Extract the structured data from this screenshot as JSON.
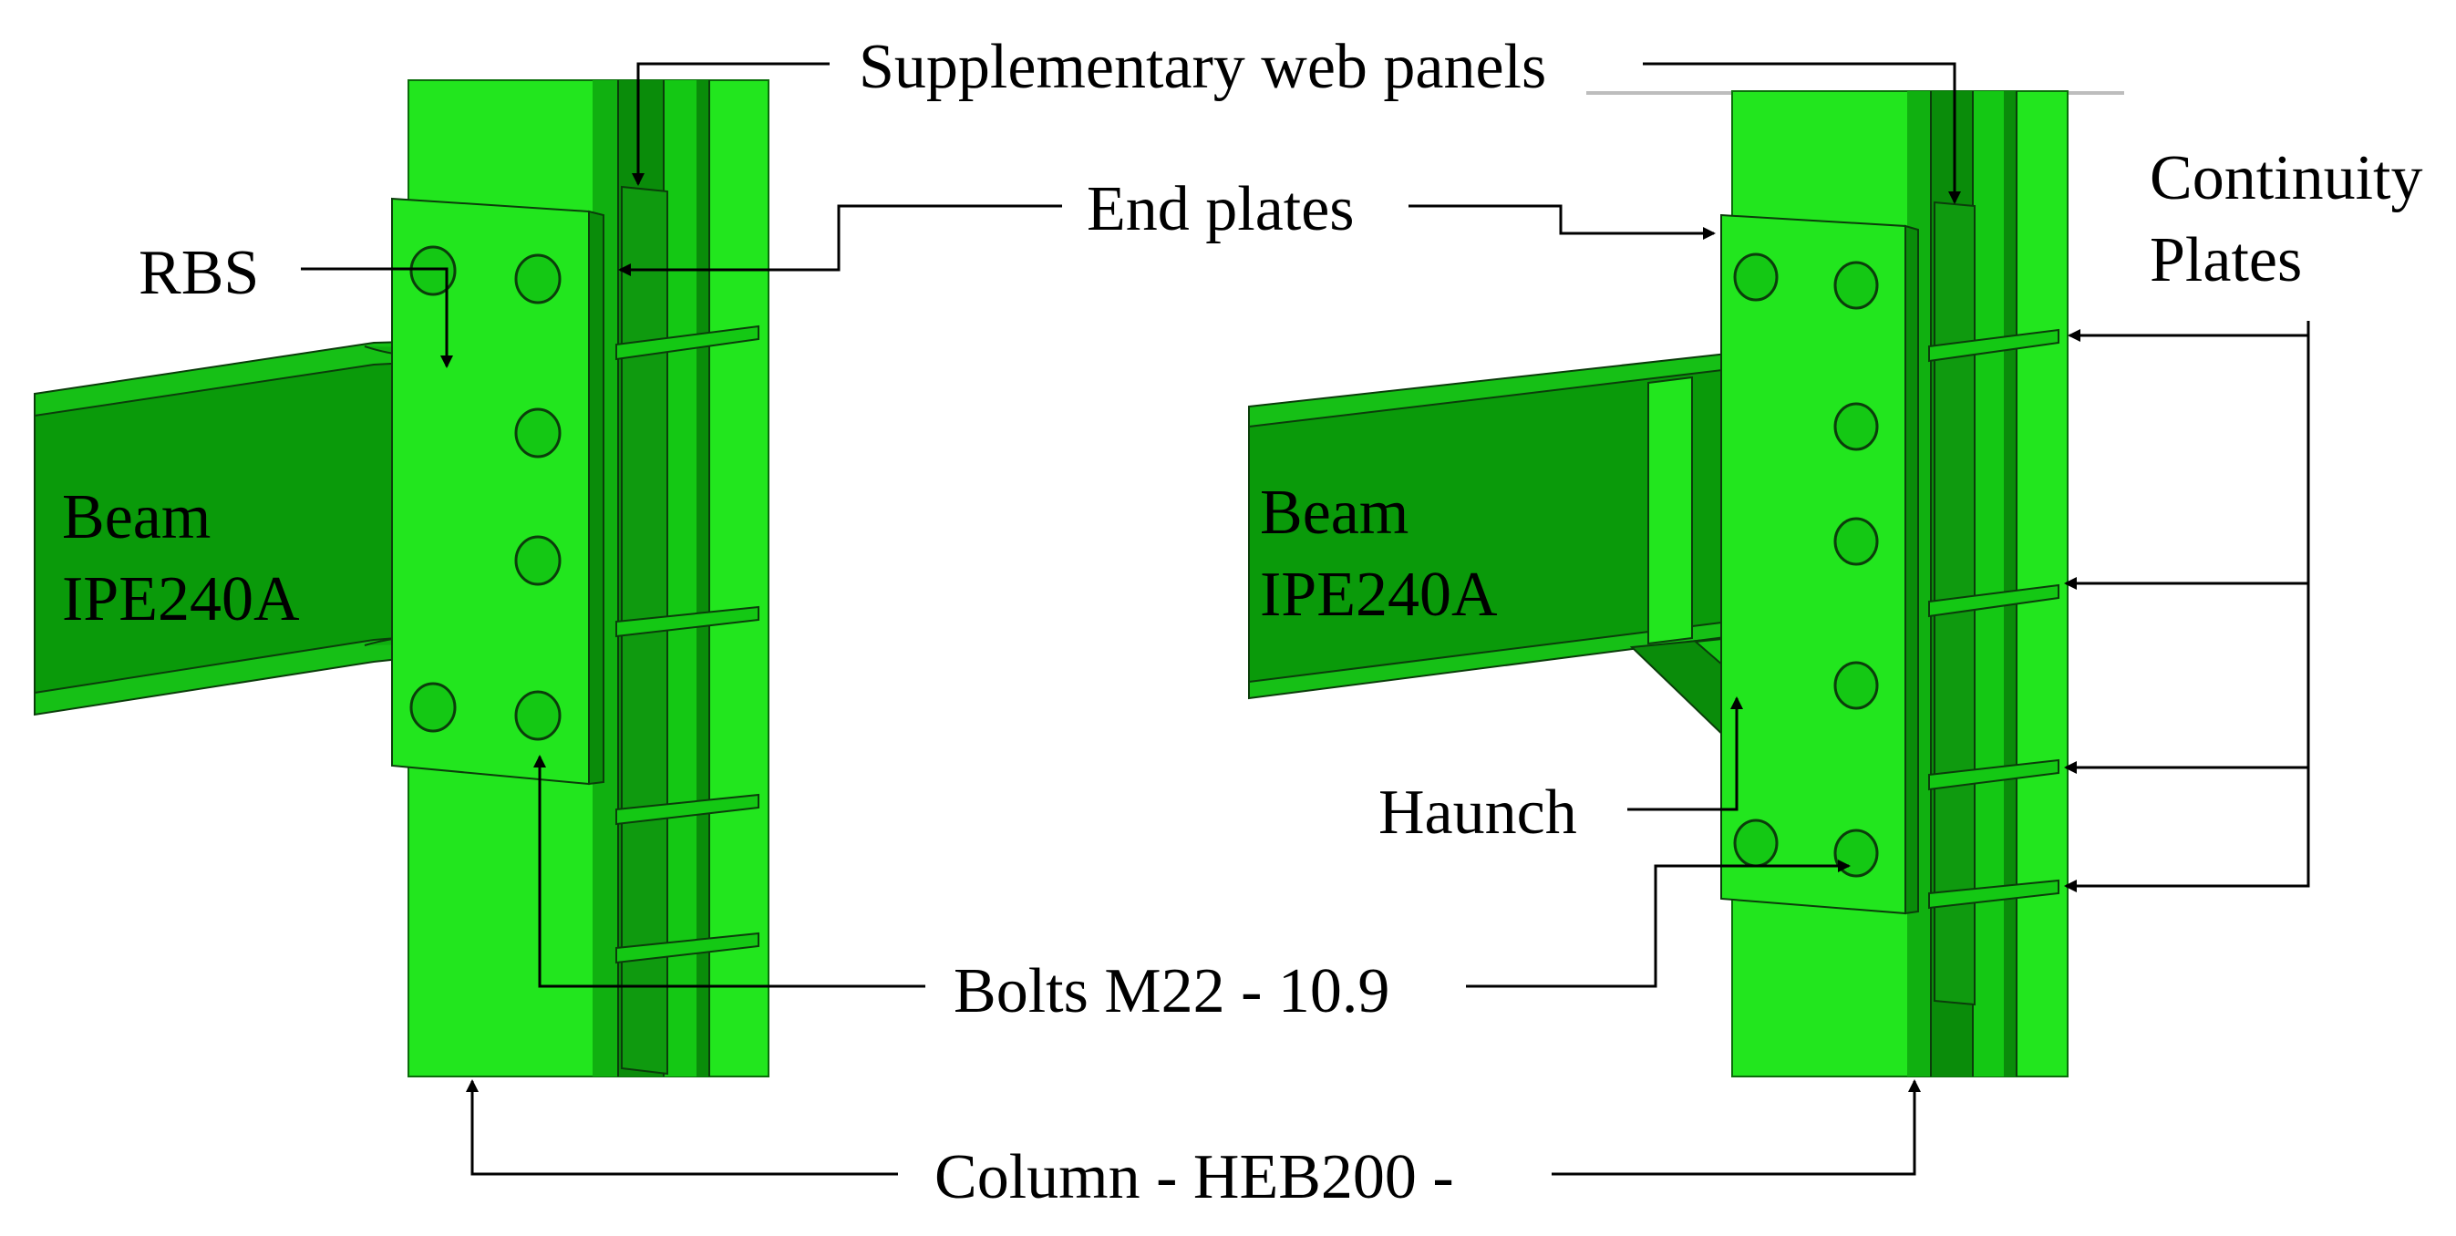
{
  "colors": {
    "background": "#ffffff",
    "bright_green": "#22e61e",
    "green": "#14c814",
    "mid_green": "#10b010",
    "dark_green": "#0a8c0a",
    "deep_green": "#066806",
    "outline": "#0b3d0b",
    "leader": "#000000"
  },
  "labels": {
    "supplementary_web_panels": "Supplementary web panels",
    "end_plates": "End plates",
    "continuity_plates_line1": "Continuity",
    "continuity_plates_line2": "Plates",
    "rbs": "RBS",
    "beam_left_line1": "Beam",
    "beam_left_line2": "IPE240A",
    "beam_right_line1": "Beam",
    "beam_right_line2": "IPE240A",
    "haunch": "Haunch",
    "bolts": "Bolts M22 - 10.9",
    "column": "Column - HEB200 -"
  }
}
